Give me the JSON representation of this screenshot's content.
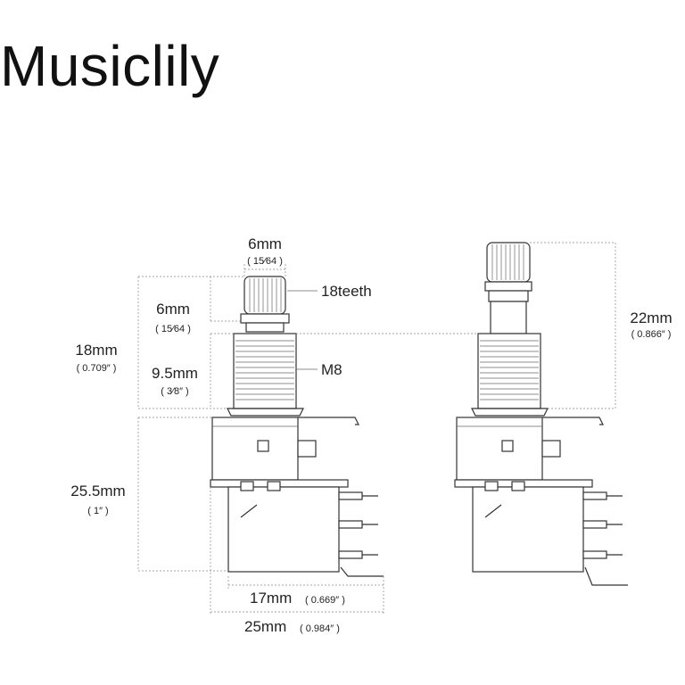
{
  "brand": "Musiclily",
  "labels": {
    "shaft_width_mm": "6mm",
    "shaft_width_in": "( 15⁄64 )",
    "teeth": "18teeth",
    "shaft_height_mm": "6mm",
    "shaft_height_in": "( 15⁄64 )",
    "total_height_mm": "18mm",
    "total_height_in": "( 0.709″ )",
    "thread_height_mm": "9.5mm",
    "thread_height_in": "( 3⁄8″ )",
    "thread": "M8",
    "body_height_mm": "25.5mm",
    "body_height_in": "( 1″ )",
    "body_width_mm": "17mm",
    "body_width_in": "( 0.669″ )",
    "overall_width_mm": "25mm",
    "overall_width_in": "( 0.984″ )",
    "pushed_height_mm": "22mm",
    "pushed_height_in": "( 0.866″ )"
  }
}
